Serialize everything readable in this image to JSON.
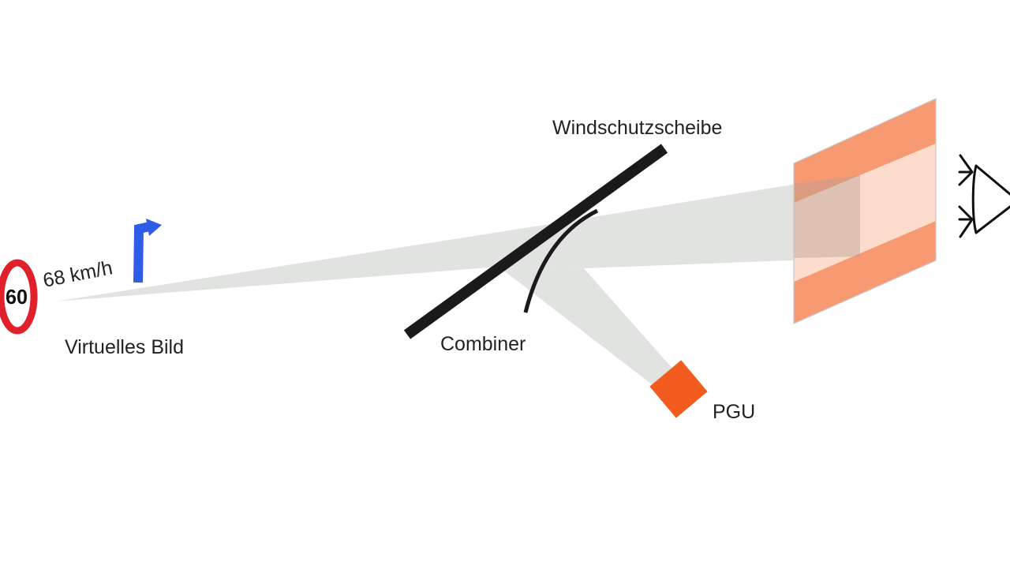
{
  "labels": {
    "windshield": "Windschutzscheibe",
    "combiner": "Combiner",
    "pgu": "PGU",
    "virtual_image": "Virtuelles Bild",
    "speed": "68 km/h",
    "speed_limit_sign": "60"
  },
  "icons": {
    "speed_limit_sign": "speed-limit-sign-icon",
    "navigation_arrow": "turn-right-arrow-icon",
    "eye": "eye-icon"
  },
  "colors": {
    "beam": "#e1e3e1",
    "windshield": "#1a1a1a",
    "pgu": "#f25c1e",
    "eyebox_band": "#f79a71",
    "eyebox_center": "#fbdccd",
    "eyebox_overlap": "#d9b19d",
    "sign_ring": "#e0202a",
    "arrow": "#2f5ce6"
  }
}
